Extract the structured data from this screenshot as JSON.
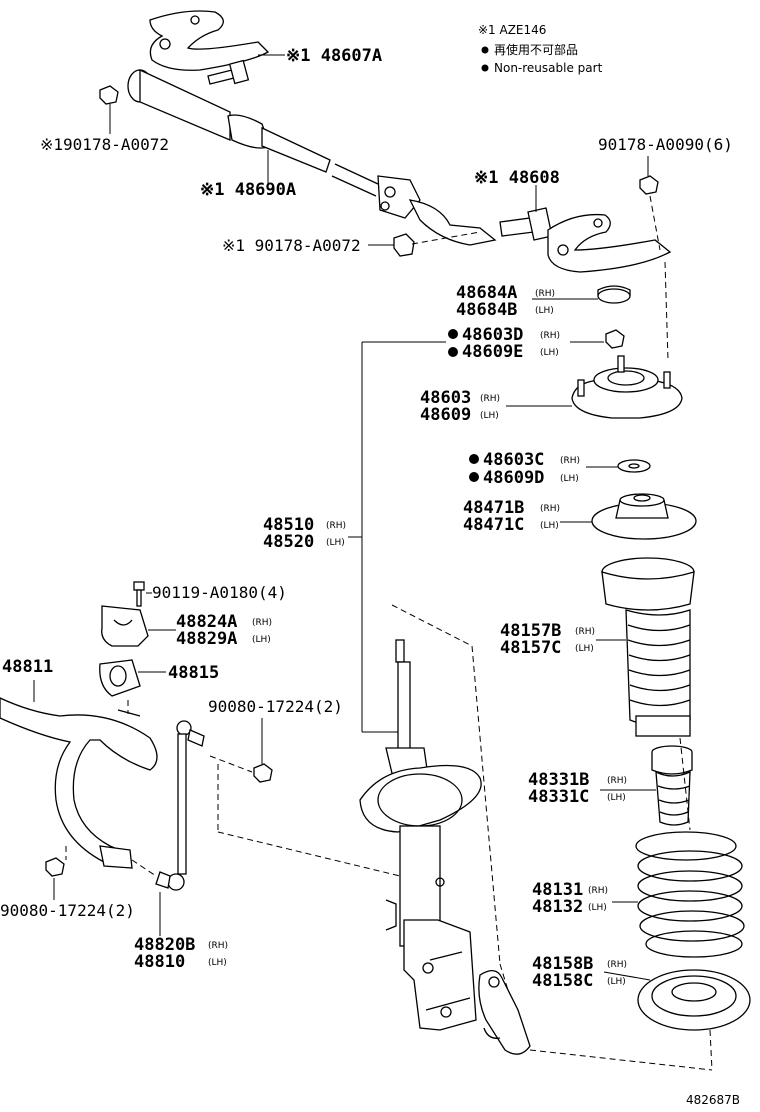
{
  "legend": {
    "aze_note": "※1 AZE146",
    "non_reusable_jp": "再使用不可部品",
    "non_reusable_en": "Non-reusable part"
  },
  "parts": {
    "p48607A": "※1 48607A",
    "p90178_A0072_top": "※190178-A0072",
    "p48690A": "※1 48690A",
    "p48608": "※1 48608",
    "p90178_A0072_mid": "※1 90178-A0072",
    "p90178_A0090": "90178-A0090(6)",
    "p48684A": "48684A",
    "p48684B": "48684B",
    "p48603D": "48603D",
    "p48609E": "48609E",
    "p48603": "48603",
    "p48609": "48609",
    "p48603C": "48603C",
    "p48609D": "48609D",
    "p48471B": "48471B",
    "p48471C": "48471C",
    "p48510": "48510",
    "p48520": "48520",
    "p48157B": "48157B",
    "p48157C": "48157C",
    "p90119_A0180": "90119-A0180(4)",
    "p48824A": "48824A",
    "p48829A": "48829A",
    "p48811": "48811",
    "p48815": "48815",
    "p90080_17224_right": "90080-17224(2)",
    "p48331B": "48331B",
    "p48331C": "48331C",
    "p48131": "48131",
    "p48132": "48132",
    "p90080_17224_left": "90080-17224(2)",
    "p48820B": "48820B",
    "p48810": "48810",
    "p48158B": "48158B",
    "p48158C": "48158C"
  },
  "side": {
    "rh": "(RH)",
    "lh": "(LH)"
  },
  "figure_ref": "482687B"
}
